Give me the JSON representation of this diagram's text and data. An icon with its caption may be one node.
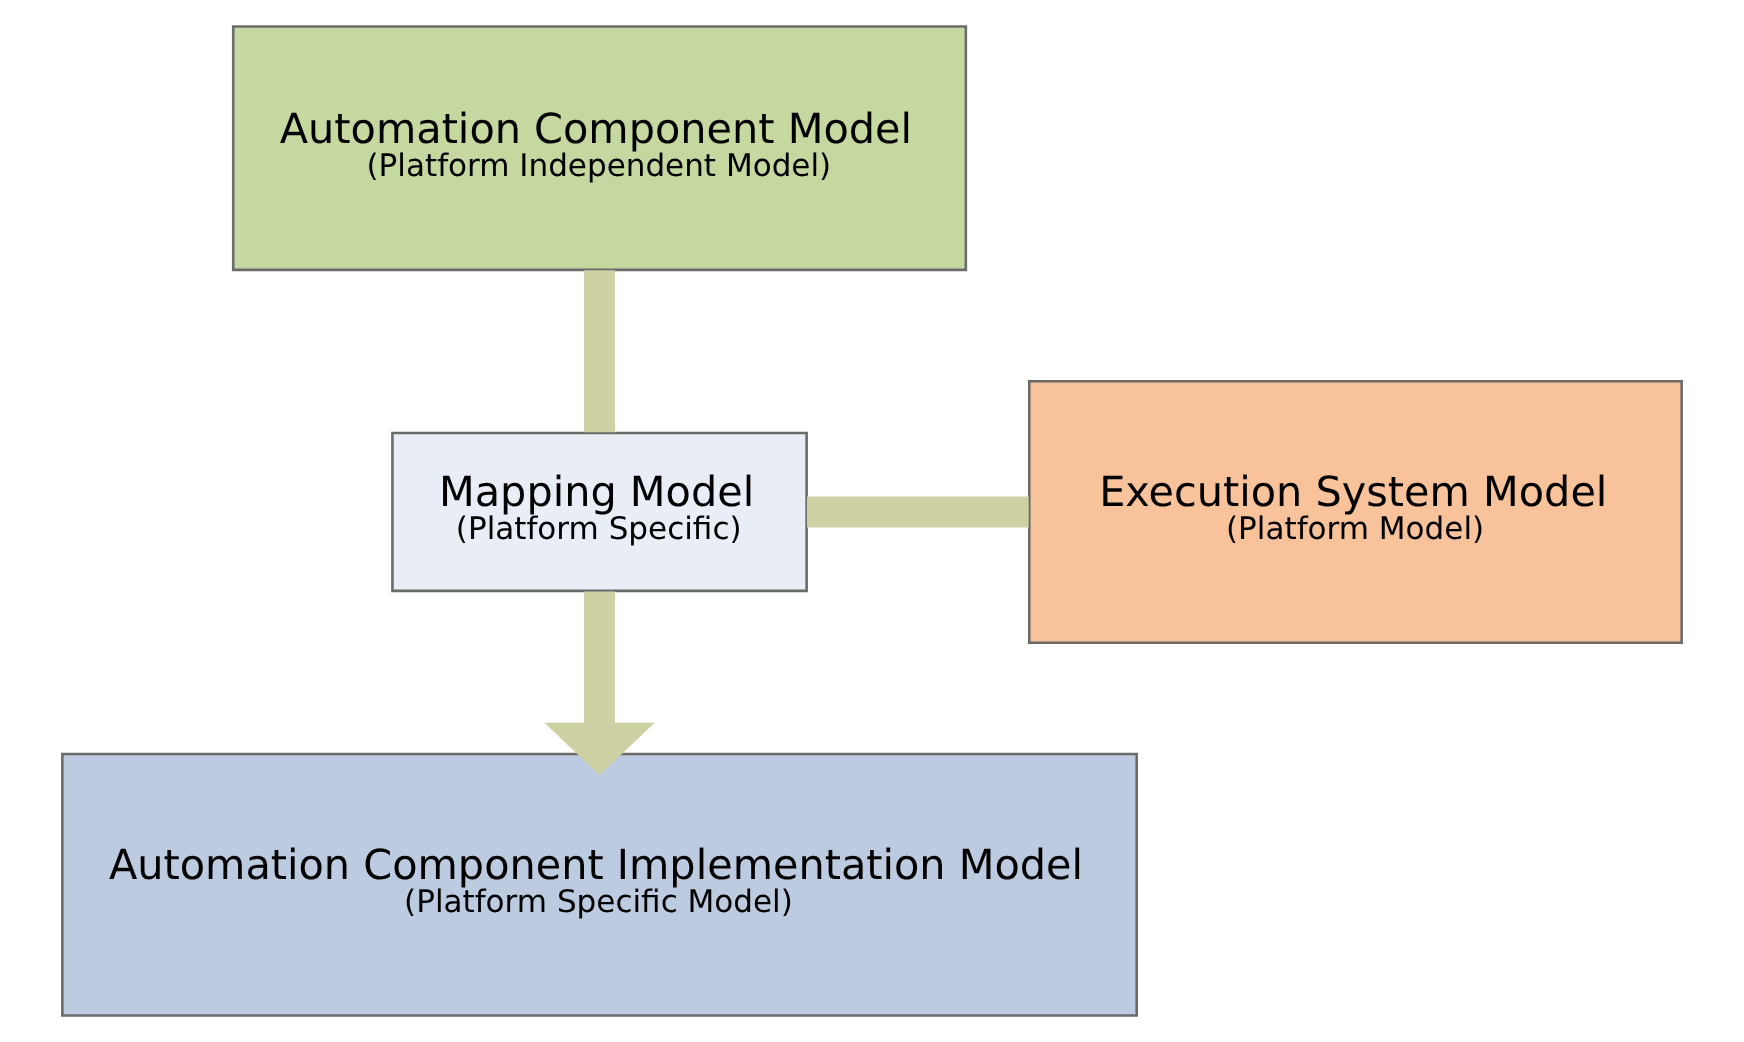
{
  "diagram": {
    "nodes": [
      {
        "text": [
          "Automation Component Model",
          "(Platform Independent Model)"
        ]
      },
      {
        "text": [
          "Mapping Model",
          "(Platform Specific)"
        ]
      },
      {
        "text": [
          "Execution System Model",
          "(Platform Model)"
        ]
      },
      {
        "text": [
          "Automation Component Implementation Model",
          "(Platform Specific Model)"
        ]
      }
    ],
    "edges": [
      {
        "from": 0,
        "to": 1,
        "arrow": "none"
      },
      {
        "from": 2,
        "to": 1,
        "arrow": "none"
      },
      {
        "from": 1,
        "to": 3,
        "arrow": "to"
      }
    ]
  }
}
